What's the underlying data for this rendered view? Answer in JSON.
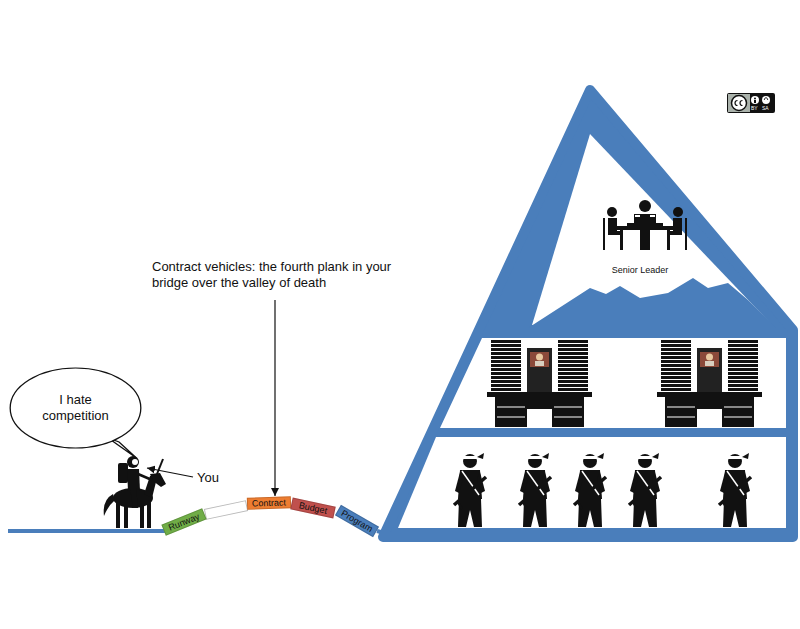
{
  "diagram": {
    "nodes": [
      {
        "text": [
          "I hate competition"
        ]
      },
      {
        "text": [
          "Runway"
        ]
      },
      {
        "text": [
          "Contract"
        ]
      },
      {
        "text": [
          "Budget"
        ]
      },
      {
        "text": [
          "Program"
        ]
      },
      {
        "text": [
          "Senior Leader"
        ]
      }
    ],
    "labels": [
      "Contract vehicles: the fourth plank in your bridge over the valley of death",
      "You",
      "BY",
      "SA"
    ]
  }
}
